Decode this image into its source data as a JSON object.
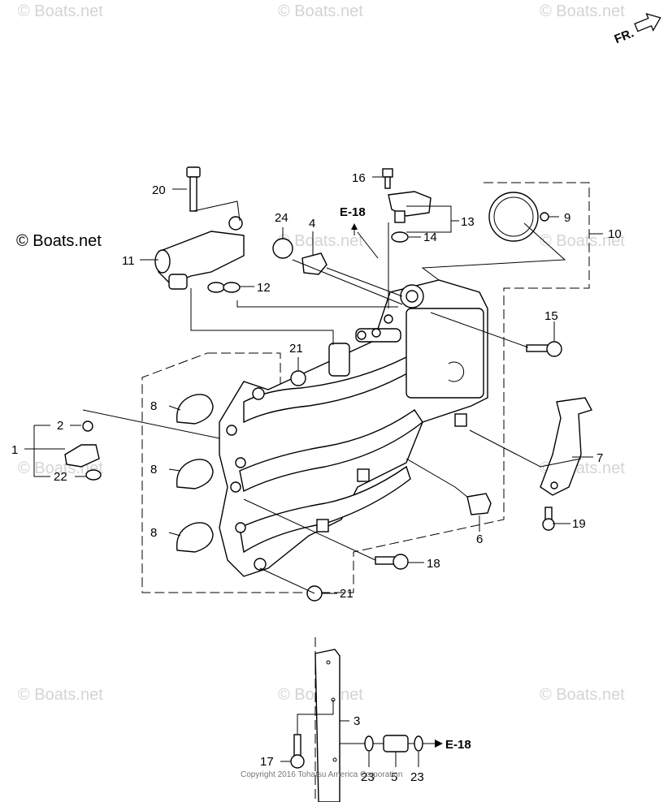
{
  "watermark": "© Boats.net",
  "prominent_watermark": "© Boats.net",
  "direction_label": "FR.",
  "copyright": "Copyright 2016 Tohatsu America Corporation",
  "reference_label": "E-18",
  "callouts": {
    "c1": "1",
    "c2": "2",
    "c3": "3",
    "c4": "4",
    "c5": "5",
    "c6": "6",
    "c7": "7",
    "c8a": "8",
    "c8b": "8",
    "c8c": "8",
    "c9": "9",
    "c10": "10",
    "c11": "11",
    "c12": "12",
    "c13": "13",
    "c14": "14",
    "c15": "15",
    "c16": "16",
    "c17": "17",
    "c18": "18",
    "c19": "19",
    "c20": "20",
    "c21a": "21",
    "c21b": "21",
    "c22": "22",
    "c23a": "23",
    "c23b": "23",
    "c24": "24"
  }
}
